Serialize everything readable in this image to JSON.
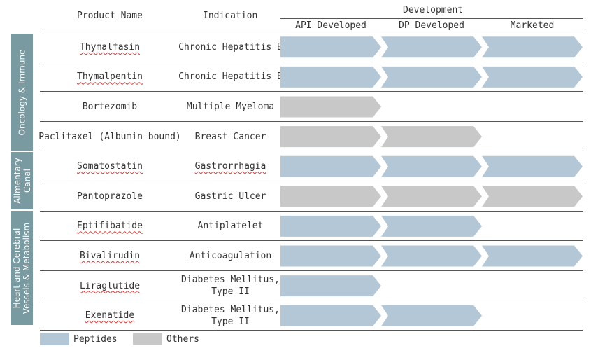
{
  "header": {
    "product_name": "Product Name",
    "indication": "Indication",
    "development": "Development",
    "stages": [
      "API Developed",
      "DP Developed",
      "Marketed"
    ]
  },
  "colors": {
    "peptides": "#b3c7d6",
    "others": "#c8c8c8",
    "sidebar": "#7a9aa1"
  },
  "groups": [
    {
      "label": "Oncology & Immune"
    },
    {
      "label": "Alimentary\nCanal"
    },
    {
      "label": "Heart and Cerebral\nVessels & Metabolism"
    }
  ],
  "rows": [
    {
      "product": "Thymalfasin",
      "indication": "Chronic Hepatitis B",
      "stages": 3,
      "category": "peptides"
    },
    {
      "product": "Thymalpentin",
      "indication": "Chronic Hepatitis B",
      "stages": 3,
      "category": "peptides"
    },
    {
      "product": "Bortezomib",
      "indication": "Multiple Myeloma",
      "stages": 1,
      "category": "others"
    },
    {
      "product": "Paclitaxel (Albumin bound)",
      "indication": "Breast Cancer",
      "stages": 2,
      "category": "others"
    },
    {
      "product": "Somatostatin",
      "indication": "Gastrorrhagia",
      "stages": 3,
      "category": "peptides"
    },
    {
      "product": "Pantoprazole",
      "indication": "Gastric Ulcer",
      "stages": 3,
      "category": "others"
    },
    {
      "product": "Eptifibatide",
      "indication": "Antiplatelet",
      "stages": 2,
      "category": "peptides"
    },
    {
      "product": "Bivalirudin",
      "indication": "Anticoagulation",
      "stages": 3,
      "category": "peptides"
    },
    {
      "product": "Liraglutide",
      "indication": "Diabetes Mellitus,\nType II",
      "stages": 1,
      "category": "peptides"
    },
    {
      "product": "Exenatide",
      "indication": "Diabetes Mellitus,\nType II",
      "stages": 2,
      "category": "peptides"
    }
  ],
  "legend": [
    {
      "label": "Peptides",
      "category": "peptides"
    },
    {
      "label": "Others",
      "category": "others"
    }
  ]
}
